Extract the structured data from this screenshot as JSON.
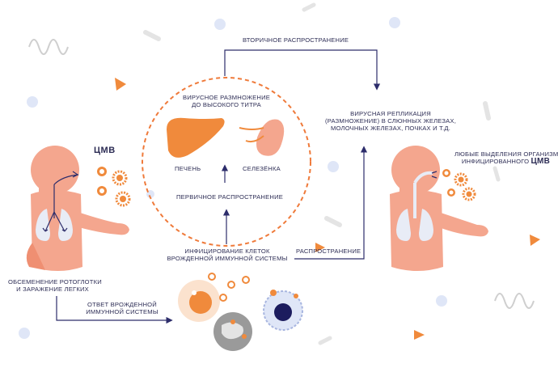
{
  "labels": {
    "secondary_spread": "ВТОРИЧНОЕ РАСПРОСТРАНЕНИЕ",
    "viral_reproduction": [
      "ВИРУСНОЕ РАЗМНОЖЕНИЕ",
      "ДО ВЫСОКОГО ТИТРА"
    ],
    "liver": "ПЕЧЕНЬ",
    "spleen": "СЕЛЕЗЁНКА",
    "primary_spread": "ПЕРВИЧНОЕ РАСПРОСТРАНЕНИЕ",
    "infection_cells": [
      "ИНФИЦИРОВАНИЕ КЛЕТОК",
      "ВРОЖДЕННОЙ ИММУННОЙ СИСТЕМЫ"
    ],
    "spread": "РАСПРОСТРАНЕНИЕ",
    "viral_replication": [
      "ВИРУСНАЯ РЕПЛИКАЦИЯ",
      "(РАЗМНОЖЕНИЕ) В СЛЮННЫХ ЖЕЛЕЗАХ,",
      "МОЛОЧНЫХ ЖЕЛЕЗАХ, ПОЧКАХ И Т.Д."
    ],
    "cmv_left": "ЦМВ",
    "cmv_right": "ЦМВ",
    "secretions": [
      "ЛЮБЫЕ ВЫДЕЛЕНИЯ ОРГАНИЗМА,",
      "ИНФИЦИРОВАННОГО"
    ],
    "seeding": [
      "ОБСЕМЕНЕНИЕ РОТОГЛОТКИ",
      "И ЗАРАЖЕНИЕ ЛЕГКИХ"
    ],
    "innate_response": [
      "ОТВЕТ ВРОЖДЕННОЙ",
      "ИММУННОЙ СИСТЕМЫ"
    ]
  },
  "colors": {
    "body": "#f4a68e",
    "body_dark": "#ef8f72",
    "lungs": "#e8ecf6",
    "orange": "#f08a3c",
    "arrow": "#2d2d6b",
    "circle_dashed": "#ef7a3a",
    "blue_dot": "#dfe6f7",
    "gray": "#e4e4e4"
  }
}
